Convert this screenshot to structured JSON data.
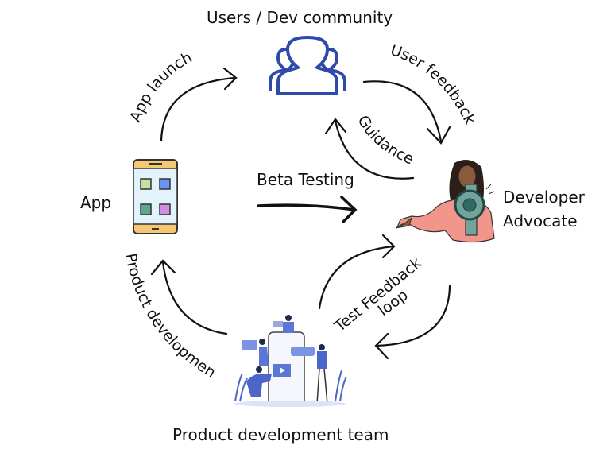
{
  "nodes": {
    "users": {
      "label": "Users / Dev community",
      "icon": "users-group-icon",
      "color": "#2f4aa8"
    },
    "app": {
      "label": "App",
      "icon": "smartphone-icon"
    },
    "advocate": {
      "label_line1": "Developer",
      "label_line2": "Advocate",
      "icon": "woman-megaphone-icon"
    },
    "team": {
      "label": "Product development team",
      "icon": "team-phone-illustration"
    }
  },
  "edges": {
    "app_launch": "App launch",
    "user_feedback": "User feedback",
    "guidance": "Guidance",
    "beta_testing": "Beta Testing",
    "product_development": "Product development",
    "test_feedback_line1": "Test Feedback",
    "test_feedback_line2": "loop"
  },
  "colors": {
    "users_icon": "#2f4aa8",
    "phone_frame": "#f7c873",
    "phone_screen": "#e3f3fb",
    "app_tile_1": "#c6e0a4",
    "app_tile_2": "#6b95f2",
    "app_tile_3": "#5ba88e",
    "app_tile_4": "#cf8fdc",
    "advocate_shirt": "#f2958a",
    "megaphone": "#6fa39b",
    "team_blue": "#5a76d6"
  }
}
